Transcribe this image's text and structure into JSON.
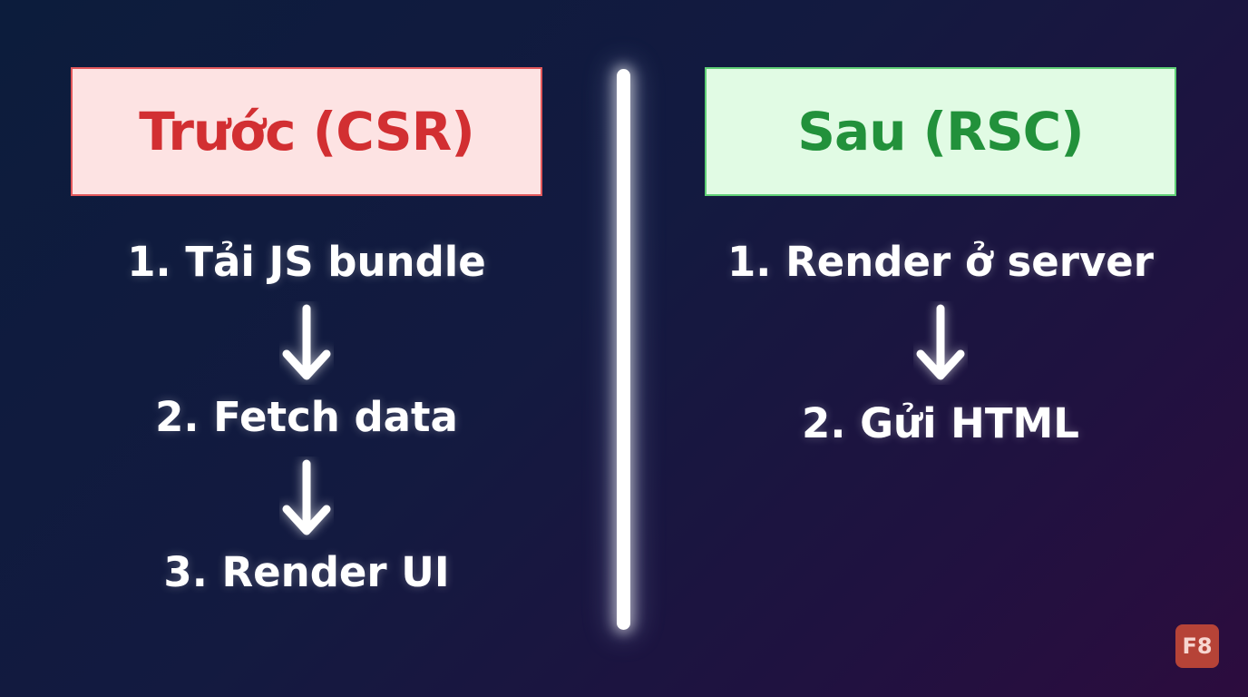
{
  "left": {
    "title": "Trước (CSR)",
    "steps": [
      "1. Tải JS bundle",
      "2. Fetch data",
      "3. Render UI"
    ]
  },
  "right": {
    "title": "Sau (RSC)",
    "steps": [
      "1. Render ở server",
      "2. Gửi HTML"
    ]
  },
  "logo": {
    "text": "F8"
  },
  "colors": {
    "left_title_bg": "#fde3e3",
    "left_title_text": "#d22f32",
    "right_title_bg": "#e1fbe4",
    "right_title_text": "#22913b",
    "step_text": "#ffffff",
    "divider": "#ffffff",
    "logo_bg": "#b64337"
  },
  "icons": {
    "arrow": "arrow-down-icon",
    "logo": "f8-logo"
  }
}
